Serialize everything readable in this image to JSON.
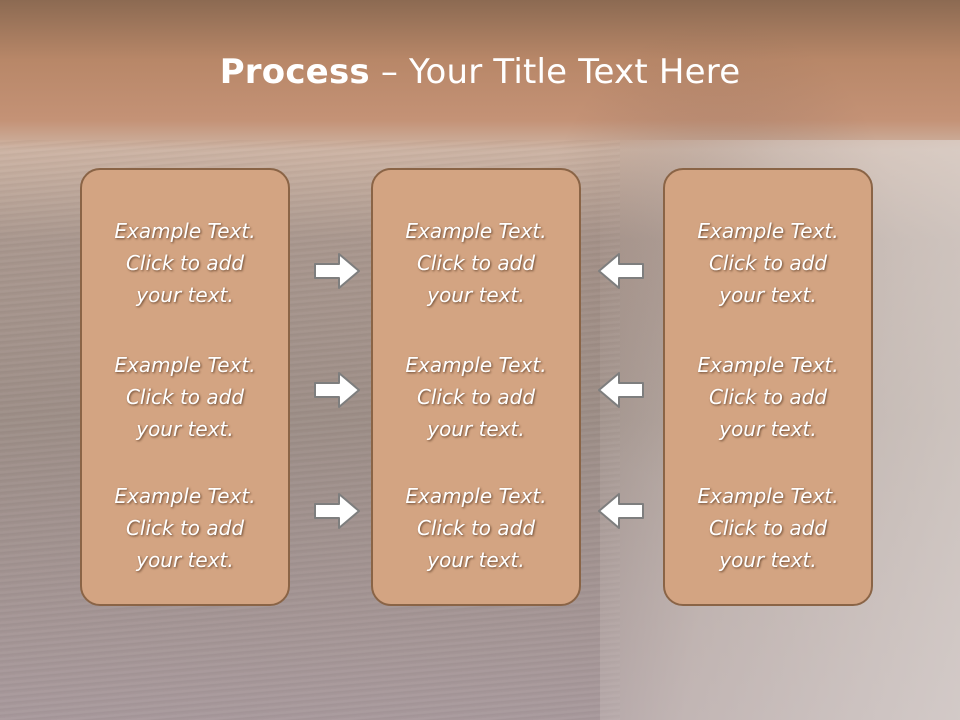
{
  "title": {
    "bold": "Process",
    "rest": " – Your Title Text Here"
  },
  "columns": [
    {
      "items": [
        {
          "line1": "Example Text.",
          "line2": "Click  to add",
          "line3": "your text."
        },
        {
          "line1": "Example Text.",
          "line2": "Click  to add",
          "line3": "your text."
        },
        {
          "line1": "Example Text.",
          "line2": "Click  to add",
          "line3": "your text."
        }
      ]
    },
    {
      "items": [
        {
          "line1": "Example Text.",
          "line2": "Click  to add",
          "line3": "your text."
        },
        {
          "line1": "Example Text.",
          "line2": "Click  to add",
          "line3": "your text."
        },
        {
          "line1": "Example Text.",
          "line2": "Click  to add",
          "line3": "your text."
        }
      ]
    },
    {
      "items": [
        {
          "line1": "Example Text.",
          "line2": "Click  to add",
          "line3": "your text."
        },
        {
          "line1": "Example Text.",
          "line2": "Click  to add",
          "line3": "your text."
        },
        {
          "line1": "Example Text.",
          "line2": "Click  to add",
          "line3": "your text."
        }
      ]
    }
  ],
  "arrows": {
    "left_group": "arrow-right-icon",
    "right_group": "arrow-left-icon"
  },
  "colors": {
    "box_fill": "#d3a482",
    "box_border": "#8a6446",
    "header_band": "#b88768"
  }
}
